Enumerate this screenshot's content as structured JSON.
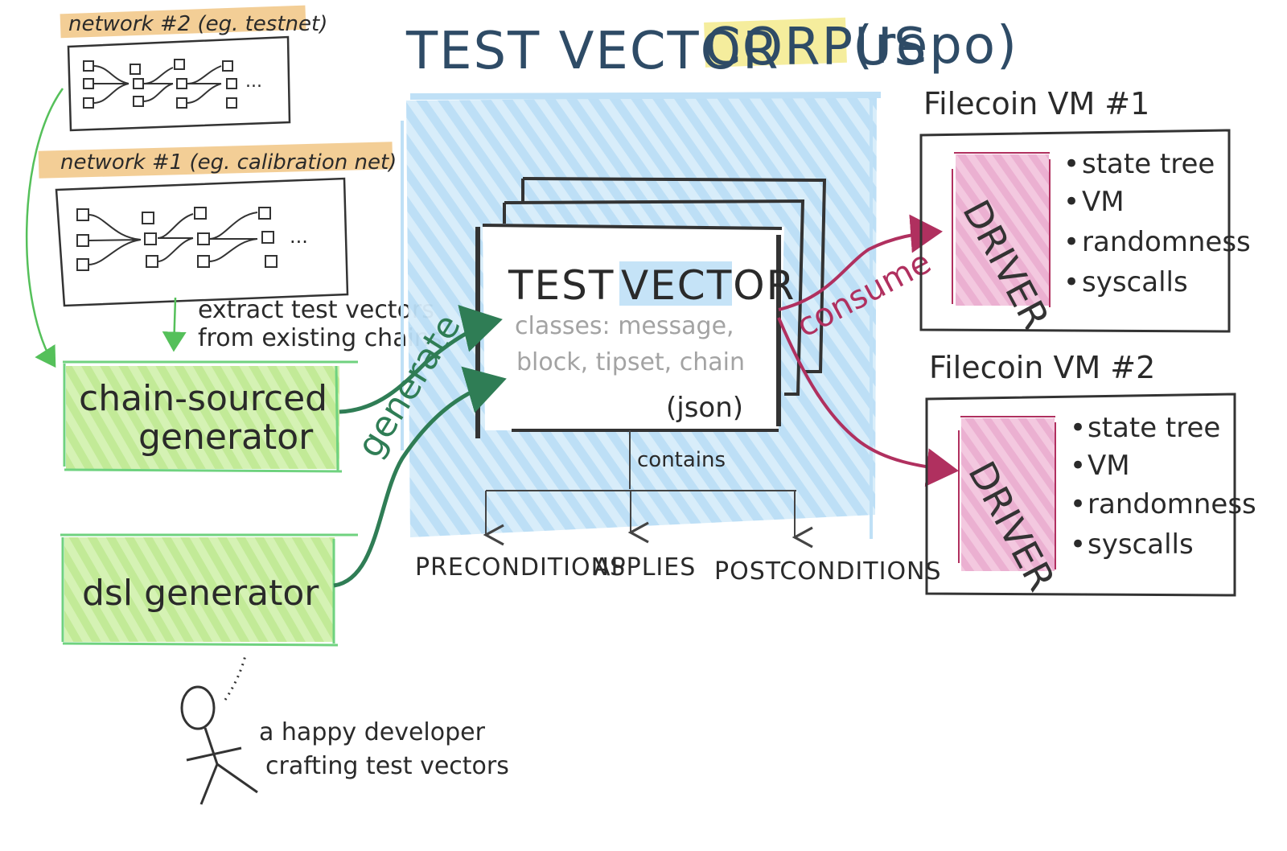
{
  "title": {
    "part1": "TEST VECTOR",
    "highlight": "CORPUS",
    "part2": "(repo)"
  },
  "networks": [
    {
      "label": "network #2 (eg. testnet)"
    },
    {
      "label": "network #1 (eg. calibration net)"
    }
  ],
  "extract_note": {
    "line1": "extract test vectors",
    "line2": "from existing chains"
  },
  "generators": {
    "chain": {
      "line1": "chain-sourced",
      "line2": "generator"
    },
    "dsl": {
      "label": "dsl generator"
    }
  },
  "generate_label": "generate",
  "test_vector": {
    "title_part1": "TEST",
    "title_part2": "VECTOR",
    "classes_line1": "classes: message,",
    "classes_line2": "block, tipset, chain",
    "format": "(json)",
    "contains_label": "contains",
    "children": [
      "PRECONDITIONS",
      "APPLIES",
      "POSTCONDITIONS"
    ]
  },
  "consume_label": "consume",
  "vms": [
    {
      "title": "Filecoin VM #1",
      "driver": "DRIVER",
      "items": [
        "state tree",
        "VM",
        "randomness",
        "syscalls"
      ]
    },
    {
      "title": "Filecoin VM #2",
      "driver": "DRIVER",
      "items": [
        "state tree",
        "VM",
        "randomness",
        "syscalls"
      ]
    }
  ],
  "developer": {
    "line1": "a happy developer",
    "line2": "crafting test vectors"
  },
  "colors": {
    "title_blue": "#2e4b66",
    "corpus_highlight": "#f3ea8c",
    "network_highlight": "#f2c98b",
    "corpus_blue": "#bfe0f6",
    "generator_green": "#c7ee9f",
    "generator_border": "#6fd27f",
    "generate_green": "#2f7d55",
    "driver_pink": "#efb6d6",
    "consume_red": "#b0305f",
    "arrow_green": "#55c05a"
  }
}
